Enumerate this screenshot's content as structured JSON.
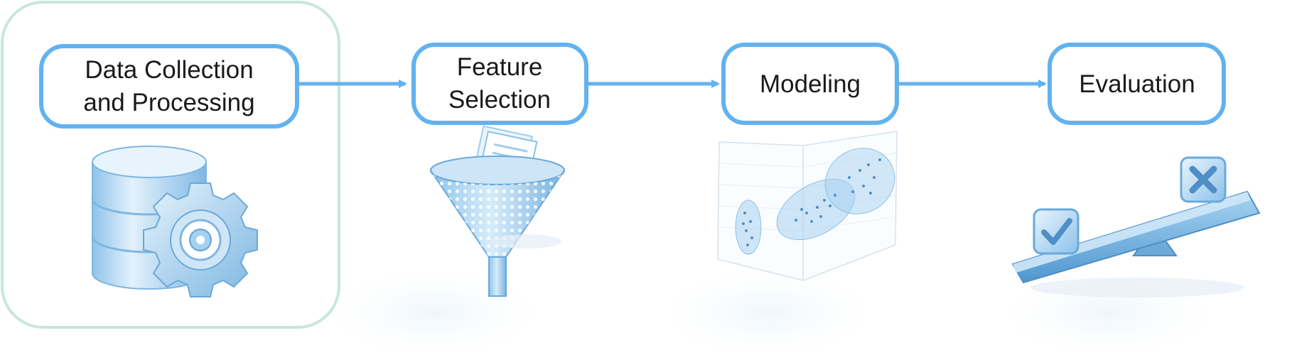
{
  "pipeline": {
    "steps": [
      {
        "id": "data-collection",
        "lines": [
          "Data Collection",
          "and Processing"
        ],
        "icon": "database-gear-icon",
        "highlighted": true
      },
      {
        "id": "feature-selection",
        "lines": [
          "Feature",
          "Selection"
        ],
        "icon": "funnel-icon",
        "highlighted": false
      },
      {
        "id": "modeling",
        "lines": [
          "Modeling"
        ],
        "icon": "scatter-3d-icon",
        "highlighted": false
      },
      {
        "id": "evaluation",
        "lines": [
          "Evaluation"
        ],
        "icon": "balance-icon",
        "highlighted": false
      }
    ]
  },
  "colors": {
    "box_border": "#62b2f0",
    "arrow": "#62b2f0",
    "highlight_border": "#c7e6dc",
    "icon_light": "#d9ecfa",
    "icon_mid": "#9fcdef",
    "icon_dark": "#5ea3d8",
    "text": "#1a1a1a"
  }
}
